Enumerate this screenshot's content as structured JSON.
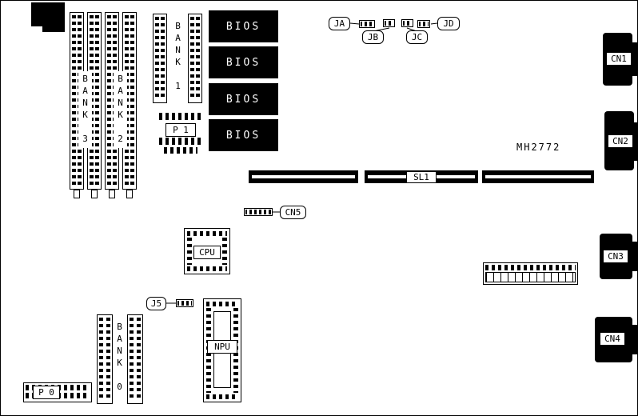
{
  "board": {
    "part_number": "MH2772"
  },
  "bios_chips": [
    "BIOS",
    "BIOS",
    "BIOS",
    "BIOS"
  ],
  "memory_banks": {
    "bank3": "BANK 3",
    "bank2": "BANK 2",
    "bank1": "BANK 1",
    "bank0": "BANK 0"
  },
  "sockets": {
    "cpu": "CPU",
    "npu": "NPU"
  },
  "headers": {
    "p1": "P 1",
    "p0": "P 0"
  },
  "slots": {
    "sl1": "SL1"
  },
  "connectors": {
    "cn1": "CN1",
    "cn2": "CN2",
    "cn3": "CN3",
    "cn4": "CN4",
    "cn5": "CN5"
  },
  "jumpers": {
    "ja": "JA",
    "jb": "JB",
    "jc": "JC",
    "jd": "JD",
    "j5": "J5"
  }
}
